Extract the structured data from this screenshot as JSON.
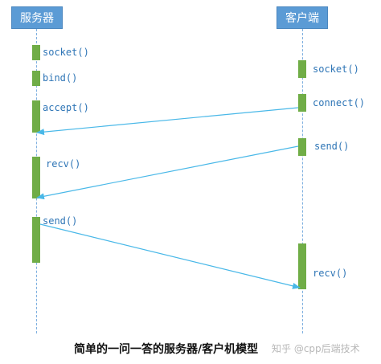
{
  "lanes": {
    "server": "服务器",
    "client": "客户端"
  },
  "server_calls": {
    "socket": "socket()",
    "bind": "bind()",
    "accept": "accept()",
    "recv": "recv()",
    "send": "send()"
  },
  "client_calls": {
    "socket": "socket()",
    "connect": "connect()",
    "send": "send()",
    "recv": "recv()"
  },
  "messages": [
    {
      "from": "client",
      "to": "server",
      "label": "connect()"
    },
    {
      "from": "client",
      "to": "server",
      "label": "send()"
    },
    {
      "from": "server",
      "to": "client",
      "label": "send()"
    }
  ],
  "caption": "简单的一问一答的服务器/客户机模型",
  "watermark": "知乎 @cpp后端技术",
  "colors": {
    "header": "#5b9bd5",
    "activation": "#70ad47",
    "arrow": "#49b8e8",
    "label": "#2e75b6"
  }
}
